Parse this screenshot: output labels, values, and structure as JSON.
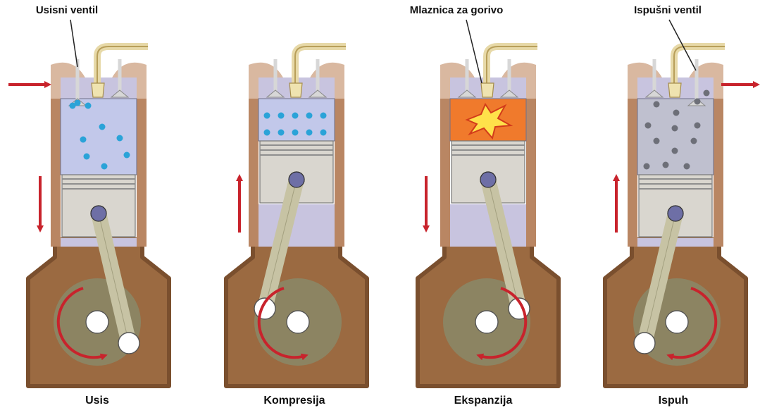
{
  "colors": {
    "crankcase": "#9b6a41",
    "crankcase_outline": "#7a4f2e",
    "cylinder_wall": "#b98663",
    "head": "#d9b8a0",
    "head_inner": "#c8c4df",
    "chamber_intake": "#c2c8ea",
    "chamber_compress": "#c2c8ea",
    "chamber_exhaust": "#bfc0cf",
    "combustion": "#f07a2c",
    "piston": "#d9d6cf",
    "rod": "#c7c3a4",
    "crank_disk": "#8a8868",
    "pipe": "#e7d9a8",
    "arrow": "#c8232c",
    "fuel_drop": "#2aa3d8",
    "exhaust_dot": "#6d6f78"
  },
  "callouts": {
    "intake_valve": "Usisni ventil",
    "fuel_injector": "Mlaznica za gorivo",
    "exhaust_valve": "Ispušni ventil"
  },
  "strokes": [
    {
      "id": "intake",
      "label": "Usis",
      "icon": "arrow-down-icon",
      "flow": "arrow-in-icon"
    },
    {
      "id": "compression",
      "label": "Kompresija",
      "icon": "arrow-up-icon"
    },
    {
      "id": "expansion",
      "label": "Ekspanzija",
      "icon": "arrow-down-icon",
      "spark": "explosion-icon"
    },
    {
      "id": "exhaust",
      "label": "Ispuh",
      "icon": "arrow-up-icon",
      "flow": "arrow-out-icon"
    }
  ]
}
